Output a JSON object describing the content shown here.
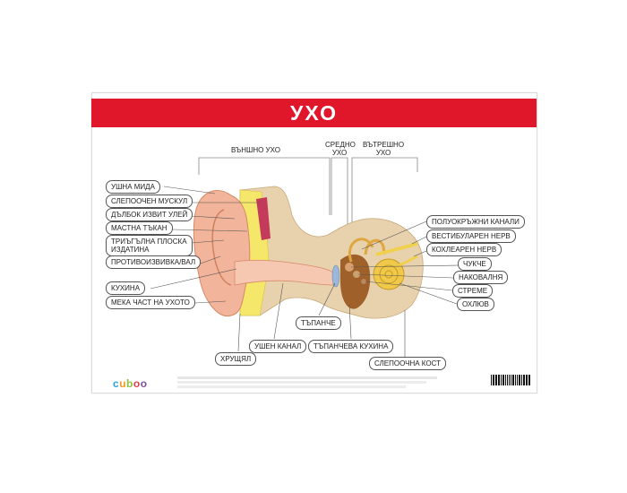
{
  "title": "УХО",
  "sections": {
    "outer": "ВЪНШНО УХО",
    "middle_line1": "СРЕДНО",
    "middle_line2": "УХО",
    "inner_line1": "ВЪТРЕШНО",
    "inner_line2": "УХО"
  },
  "labels_left": [
    "УШНА МИДА",
    "СЛЕПООЧЕН МУСКУЛ",
    "ДЪЛБОК ИЗВИТ УЛЕЙ",
    "МАСТНА ТЪКАН",
    "ТРИЪГЪЛНА ПЛОСКА",
    "ИЗДАТИНА",
    "ПРОТИВОИЗВИВКА/ВАЛ",
    "КУХИНА",
    "МЕКА ЧАСТ НА УХОТО"
  ],
  "labels_right": [
    "ПОЛУОКРЪЖНИ КАНАЛИ",
    "ВЕСТИБУЛАРЕН НЕРВ",
    "КОХЛЕАРЕН НЕРВ",
    "ЧУКЧЕ",
    "НАКОВАЛНЯ",
    "СТРЕМЕ",
    "ОХЛЮВ"
  ],
  "labels_bottom": [
    "ТЪПАНЧЕ",
    "УШЕН КАНАЛ",
    "ТЪПАНЧЕВА КУХИНА",
    "ХРУЩЯЛ",
    "СЛЕПООЧНА КОСТ"
  ],
  "logo": "cuboo",
  "colors": {
    "banner": "#e0162b",
    "skin": "#f2b49a",
    "fat": "#f5e76a",
    "bone": "#e8d2ad",
    "muscle": "#c43a5a",
    "cochlea": "#f0c84a",
    "cavity": "#a0602a",
    "eardrum": "#9bb8d8"
  }
}
